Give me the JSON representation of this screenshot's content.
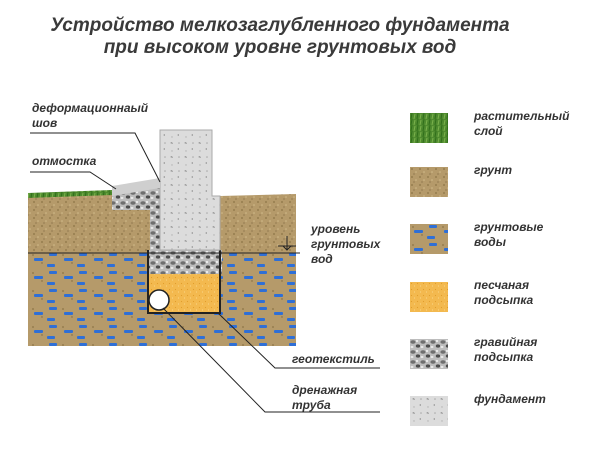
{
  "title": {
    "line1": "Устройство мелкозаглубленного фундамента",
    "line2": "при высоком уровне грунтовых вод"
  },
  "labels": {
    "deform_joint": "деформационнаый\nшов",
    "otmostka": "отмостка",
    "water_level": "уровень\nгрунтовых\nвод",
    "geotextile": "геотекстиль",
    "drain_pipe": "дренажная\nтруба"
  },
  "legend": [
    {
      "key": "vegetation",
      "label": "растительный\nслой",
      "icon": "grass-swatch"
    },
    {
      "key": "soil",
      "label": "грунт",
      "icon": "soil-swatch"
    },
    {
      "key": "groundwater",
      "label": "грунтовые\nводы",
      "icon": "groundwater-swatch"
    },
    {
      "key": "sand",
      "label": "песчаная\nподсыпка",
      "icon": "sand-swatch"
    },
    {
      "key": "gravel",
      "label": "гравийная\nподсыпка",
      "icon": "gravel-swatch"
    },
    {
      "key": "foundation",
      "label": "фундамент",
      "icon": "concrete-swatch"
    }
  ],
  "colors": {
    "grass": "#4e8a2e",
    "soil": "#b59a6a",
    "water_dash": "#2f6fd6",
    "sand": "#f3b94f",
    "gravel": "#9a9a9a",
    "concrete": "#d9d9d9",
    "line": "#222222"
  }
}
